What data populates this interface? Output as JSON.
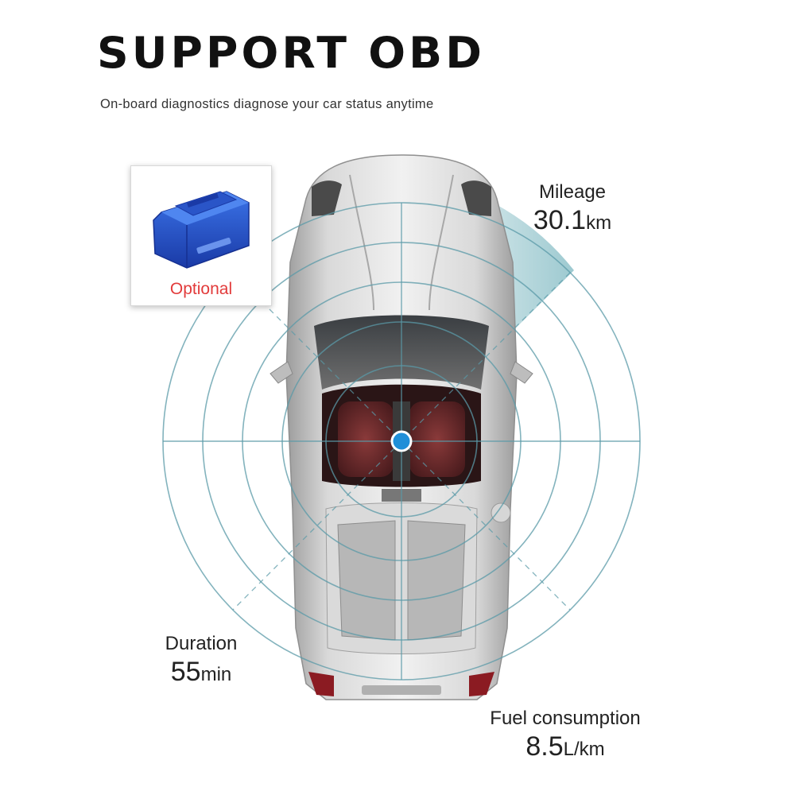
{
  "header": {
    "title": "SUPPORT OBD",
    "subtitle": "On-board diagnostics diagnose your car status anytime"
  },
  "adapter_card": {
    "label": "Optional",
    "device_icon": "obd2-adapter-icon"
  },
  "stats": {
    "mileage": {
      "label": "Mileage",
      "value": "30.1",
      "unit": "km"
    },
    "duration": {
      "label": "Duration",
      "value": "55",
      "unit": "min"
    },
    "fuel": {
      "label": "Fuel consumption",
      "value": "8.5",
      "unit": "L/km"
    }
  },
  "colors": {
    "radar_line": "#5a9aa8",
    "radar_sweep": "#7fb9c2",
    "center_dot": "#1f8fd8",
    "optional_text": "#e23b3b",
    "car_body": "#c9c9c9"
  }
}
